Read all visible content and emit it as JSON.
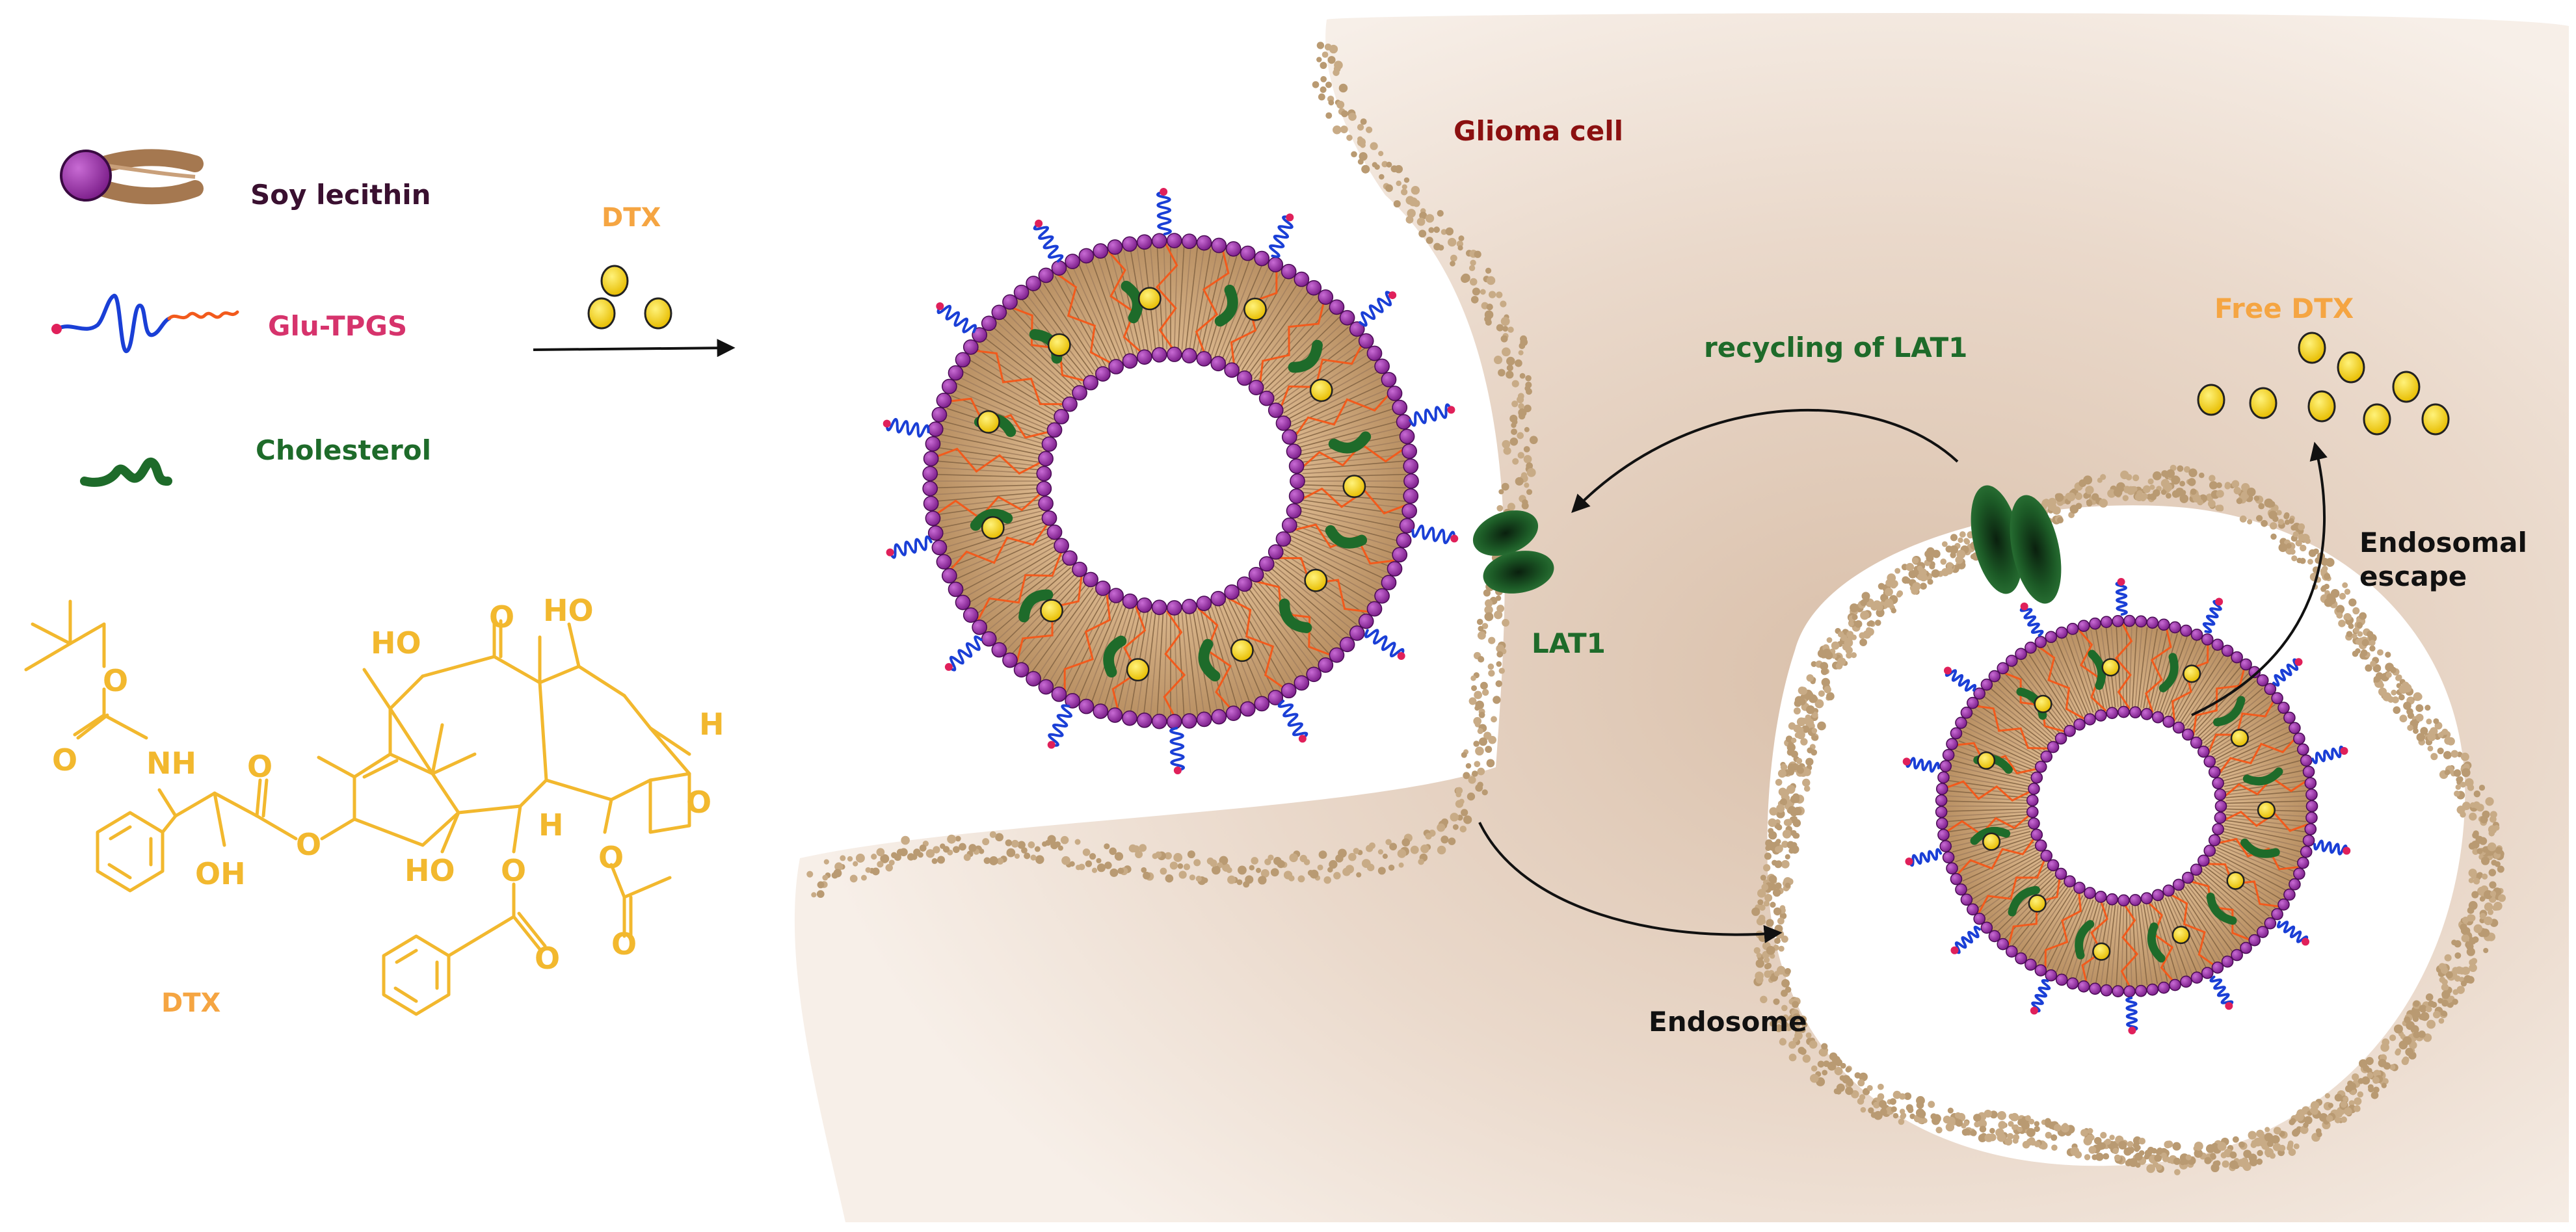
{
  "legend": {
    "soy_lecithin": "Soy lecithin",
    "glu_tpgs": "Glu-TPGS",
    "cholesterol": "Cholesterol",
    "dtx_top": "DTX",
    "dtx_structure": "DTX"
  },
  "cell": {
    "glioma_cell": "Glioma cell",
    "lat1": "LAT1",
    "recycling": "recycling of LAT1",
    "endosome": "Endosome",
    "free_dtx": "Free DTX",
    "endosomal_escape_line1": "Endosomal",
    "endosomal_escape_line2": "escape"
  },
  "chem_labels": {
    "ho1": "HO",
    "o_ketone": "O",
    "ho2": "HO",
    "nh": "NH",
    "o_boc": "O",
    "o_ester": "O",
    "o_carbonyl1": "O",
    "o_link": "O",
    "oh": "OH",
    "ho3": "HO",
    "h1": "H",
    "h2": "H",
    "o_oxetane": "O",
    "o_ac": "O",
    "o_ac2": "O",
    "o_bz": "O",
    "o_bz2": "O",
    "o_boc2": "O"
  },
  "colors": {
    "lecithin_title": "#3a1030",
    "tpgs_title": "#d6336c",
    "cholesterol_green": "#1e6b2a",
    "dtx_orange": "#f5a542",
    "dtx_yellow": "#f2b82e",
    "glioma_red": "#8b1010",
    "membrane": "#b99a72",
    "cytoplasm": "#e9d9cc",
    "purple_head": "#8e2a9a",
    "peg_blue": "#1a3fd6",
    "drug_yellow": "#f5d21a"
  }
}
